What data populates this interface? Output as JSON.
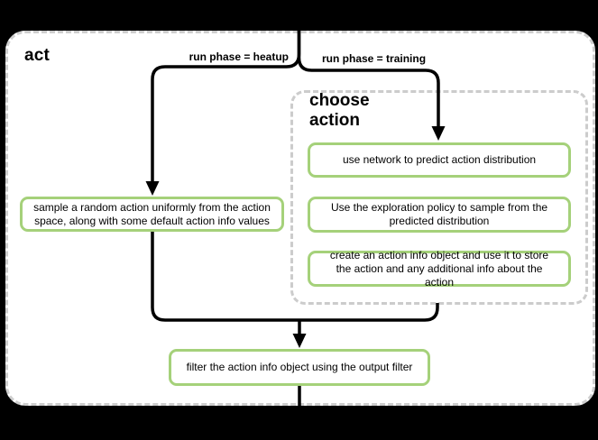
{
  "diagram": {
    "title": "act",
    "choose_action_title": "choose action",
    "edge_labels": {
      "heatup": "run phase = heatup",
      "training": "run phase = training"
    },
    "nodes": {
      "sample_random": "sample a random action uniformly from the action space, along with some default action info values",
      "use_network": "use network to predict action distribution",
      "exploration_policy": "Use the exploration policy to sample from the predicted distribution",
      "create_action_info": "create an action info object and use it to store the action and any additional info about the action",
      "filter_output": "filter the action info object using the output filter"
    },
    "colors": {
      "node_border": "#a5d17a",
      "dashed_border": "#cccccc",
      "edge_line": "#000000",
      "surface": "#ffffff",
      "outside_background": "#000000"
    }
  }
}
